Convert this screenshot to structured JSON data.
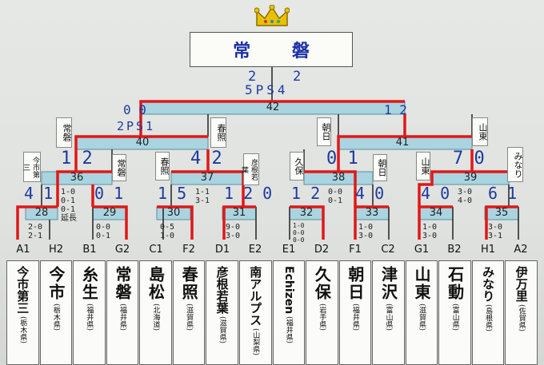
{
  "champion": {
    "name": "常 磐"
  },
  "final": {
    "match_no": "42",
    "left_team": "常磐",
    "right_team": "春照",
    "top_score_left": "2",
    "top_score_right": "2",
    "top_pk": "5PS4",
    "left_score": "0 0",
    "right_score": "1  2"
  },
  "semis": [
    {
      "match_no": "40",
      "score_left": "1 2",
      "score_right": "4 2",
      "pk": "2PS1"
    },
    {
      "match_no": "41",
      "score_left": "0 1",
      "score_right": "7 0"
    }
  ],
  "quarters": [
    {
      "match_no": "36",
      "score_left": "4 1",
      "score_right": "0 1",
      "detail": "1-0\n0-1\n0-1\n延長"
    },
    {
      "match_no": "37",
      "score_left": "1 5",
      "score_right": "1 2 0",
      "detail": "1-1\n3-1"
    },
    {
      "match_no": "38",
      "score_left": "1 2",
      "score_right": "4 0",
      "detail": "0-0\n0-1"
    },
    {
      "match_no": "39",
      "score_left": "4 0",
      "score_right": "6 1",
      "detail": "3-0\n4-0"
    }
  ],
  "first_round": [
    {
      "match_no": "28",
      "detail": "2-0\n2-1"
    },
    {
      "match_no": "29",
      "detail": "0-0\n0-1"
    },
    {
      "match_no": "30",
      "detail": "0-5\n1-0"
    },
    {
      "match_no": "31",
      "detail": "9-0\n3-0"
    },
    {
      "match_no": "32",
      "detail": "1-0\n0-0\n0-0"
    },
    {
      "match_no": "33",
      "detail": "1-0\n3-0"
    },
    {
      "match_no": "34",
      "detail": "1-0\n3-0"
    },
    {
      "match_no": "35",
      "detail": "3-0\n3-1"
    }
  ],
  "flags": [
    {
      "label": "常磐"
    },
    {
      "label": "春照"
    },
    {
      "label": "今市第三"
    },
    {
      "label": "常磐"
    },
    {
      "label": "春照"
    },
    {
      "label": "彦根若葉"
    },
    {
      "label": "朝日"
    },
    {
      "label": "山東"
    },
    {
      "label": "久保"
    },
    {
      "label": "朝日"
    },
    {
      "label": "山東"
    },
    {
      "label": "みなり"
    }
  ],
  "positions": [
    "A1",
    "H2",
    "B1",
    "G2",
    "C1",
    "F2",
    "D1",
    "E2",
    "E1",
    "D2",
    "F1",
    "C2",
    "G1",
    "B2",
    "H1",
    "A2"
  ],
  "teams": [
    {
      "name": "今市第三",
      "pref": "(栃木県)"
    },
    {
      "name": "今市",
      "pref": "(栃木県)"
    },
    {
      "name": "糸生",
      "pref": "(福井県)"
    },
    {
      "name": "常磐",
      "pref": "(福井県)"
    },
    {
      "name": "島松",
      "pref": "(北海道)"
    },
    {
      "name": "春照",
      "pref": "(滋賀県)"
    },
    {
      "name": "彦根若葉",
      "pref": "(滋賀県)"
    },
    {
      "name": "南アルプス",
      "pref": "(山梨県)"
    },
    {
      "name": "Echizen",
      "pref": "(福井県)"
    },
    {
      "name": "久保",
      "pref": "(岩手県)"
    },
    {
      "name": "朝日",
      "pref": "(福井県)"
    },
    {
      "name": "津沢",
      "pref": "(富山県)"
    },
    {
      "name": "山東",
      "pref": "(滋賀県)"
    },
    {
      "name": "石動",
      "pref": "(富山県)"
    },
    {
      "name": "みなり",
      "pref": "(島根県)"
    },
    {
      "name": "伊万里",
      "pref": "(佐賀県)"
    }
  ],
  "colors": {
    "winner_line": "#e01818",
    "bar_fill": "#a9d4e0",
    "marker": "#1d3aa0"
  }
}
